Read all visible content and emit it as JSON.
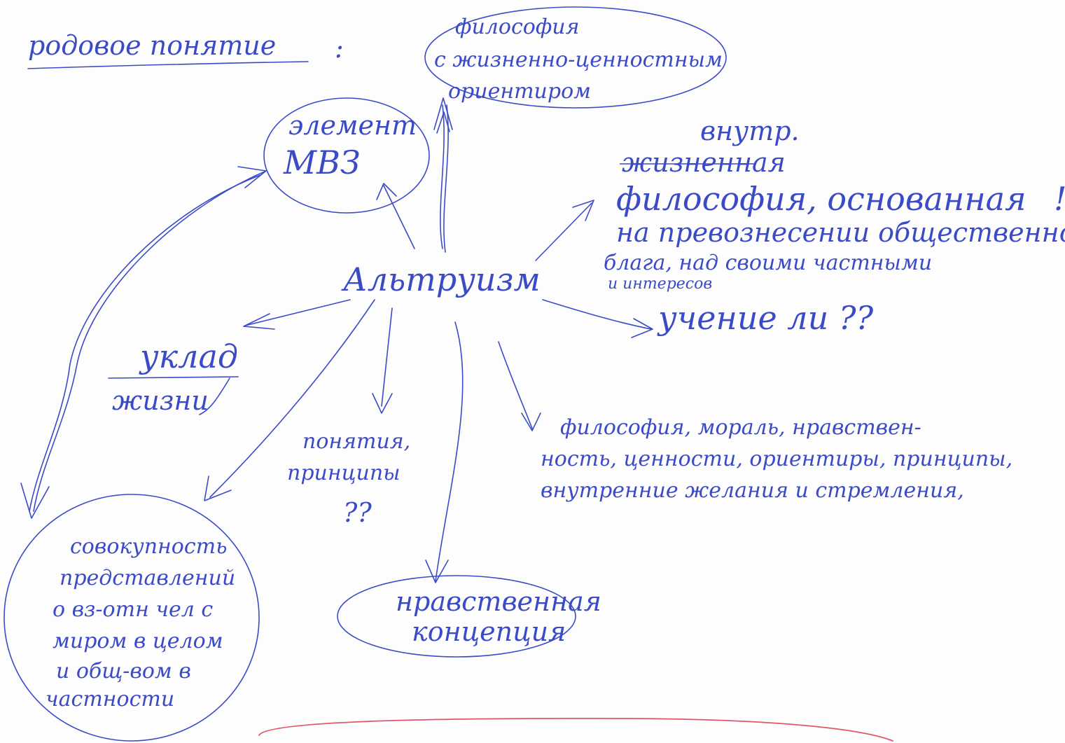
{
  "ink_color": "#3b4bc8",
  "accent_color": "#e0566e",
  "header": {
    "title": "родовое понятие",
    "colon": ":"
  },
  "center": {
    "label": "Альтруизм"
  },
  "nodes": {
    "philosophy_values": {
      "line1": "философия",
      "line2": "с жизненно-ценностным",
      "line3": "ориентиром"
    },
    "element_mvz": {
      "line1": "элемент",
      "line2": "МВЗ"
    },
    "inner_philosophy": {
      "inserted": "внутр.",
      "struck": "жизненная",
      "line1": "философия, основанная",
      "line2": "на превознесении общественного",
      "line3": "блага, над своими частными",
      "line4": "и интересов"
    },
    "teaching": {
      "label": "учение ли ??"
    },
    "way_of_life": {
      "line1": "уклад",
      "line2": "жизни"
    },
    "concepts_principles": {
      "line1": "понятия,",
      "line2": "принципы",
      "line3": "??"
    },
    "philosophy_list": {
      "line1": "философия, мораль, нравствен-",
      "line2": "ность, ценности, ориентиры, принципы,",
      "line3": "внутренние желания и стремления,"
    },
    "totality": {
      "line1": "совокупность",
      "line2": "представлений",
      "line3": "о вз-отн чел с",
      "line4": "миром в целом",
      "line5": "и общ-вом в",
      "line6": "частности"
    },
    "moral_concept": {
      "line1": "нравственная",
      "line2": "концепция"
    }
  }
}
